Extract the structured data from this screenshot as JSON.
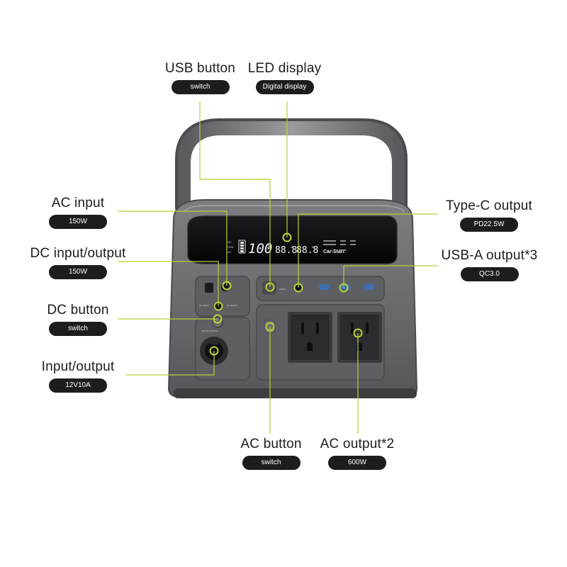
{
  "callouts": {
    "usb_button": {
      "title": "USB button",
      "tag": "switch"
    },
    "led_display": {
      "title": "LED display",
      "tag": "Digital display"
    },
    "ac_input": {
      "title": "AC input",
      "tag": "150W"
    },
    "dc_io": {
      "title": "DC input/output",
      "tag": "150W"
    },
    "dc_button": {
      "title": "DC button",
      "tag": "switch"
    },
    "input_output": {
      "title": "Input/output",
      "tag": "12V10A"
    },
    "type_c": {
      "title": "Type-C output",
      "tag": "PD22.5W"
    },
    "usb_a": {
      "title": "USB-A output*3",
      "tag": "QC3.0"
    },
    "ac_button": {
      "title": "AC button",
      "tag": "switch"
    },
    "ac_output": {
      "title": "AC output*2",
      "tag": "600W"
    }
  },
  "lcd": {
    "battery_percent": "100",
    "watts_in": "88.8",
    "watts_out": "88.8",
    "brand": "Car-Start"
  },
  "colors": {
    "leader_line": "#b5d334",
    "marker_ring": "#b5d334",
    "body": "#6d6e70",
    "panel": "#55575a",
    "screen": "#0d0d0f"
  }
}
